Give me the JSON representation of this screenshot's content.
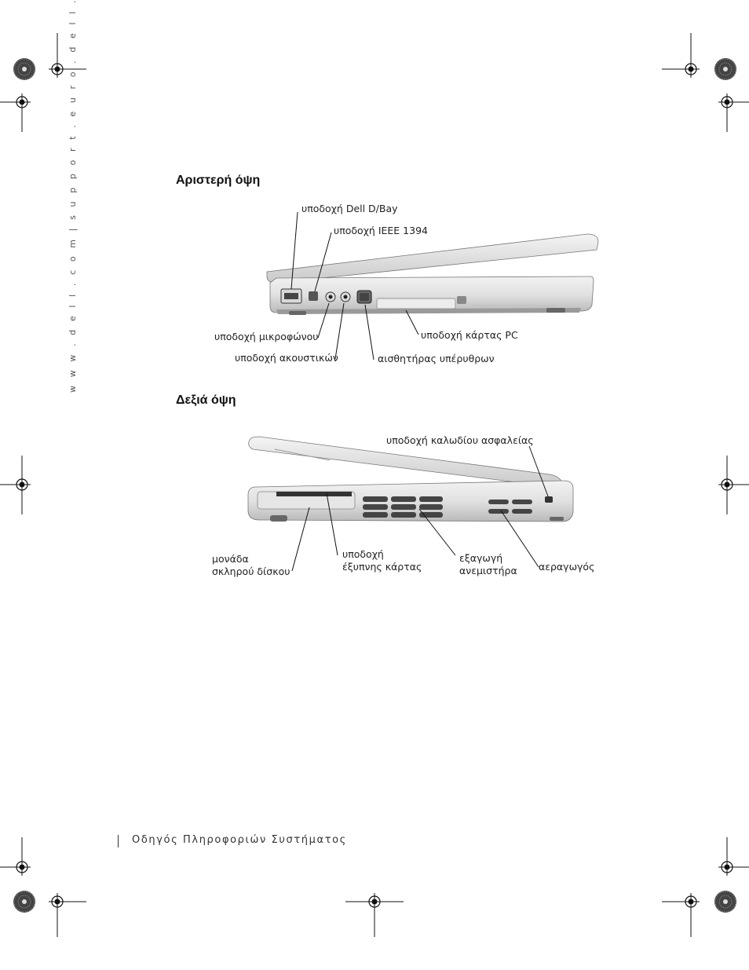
{
  "side_url": "w w w . d e l l . c o m  |  s u p p o r t . e u r o . d e l l . c o m",
  "left_view": {
    "heading": "Αριστερή όψη",
    "callouts": {
      "dbay": "υποδοχή Dell D/Bay",
      "ieee1394": "υποδοχή IEEE 1394",
      "microphone": "υποδοχή μικροφώνου",
      "headphones": "υποδοχή ακουστικών",
      "pc_card": "υποδοχή κάρτας PC",
      "infrared": "αισθητήρας υπέρυθρων"
    }
  },
  "right_view": {
    "heading": "Δεξιά όψη",
    "callouts": {
      "security_cable": "υποδοχή καλωδίου ασφαλείας",
      "hdd_line1": "μονάδα",
      "hdd_line2": "σκληρού δίσκου",
      "smart_card_line1": "υποδοχή",
      "smart_card_line2": "έξυπνης κάρτας",
      "fan_line1": "εξαγωγή",
      "fan_line2": "ανεμιστήρα",
      "air_vent": "αεραγωγός"
    }
  },
  "footer": "Οδηγός Πληροφοριών Συστήματος"
}
